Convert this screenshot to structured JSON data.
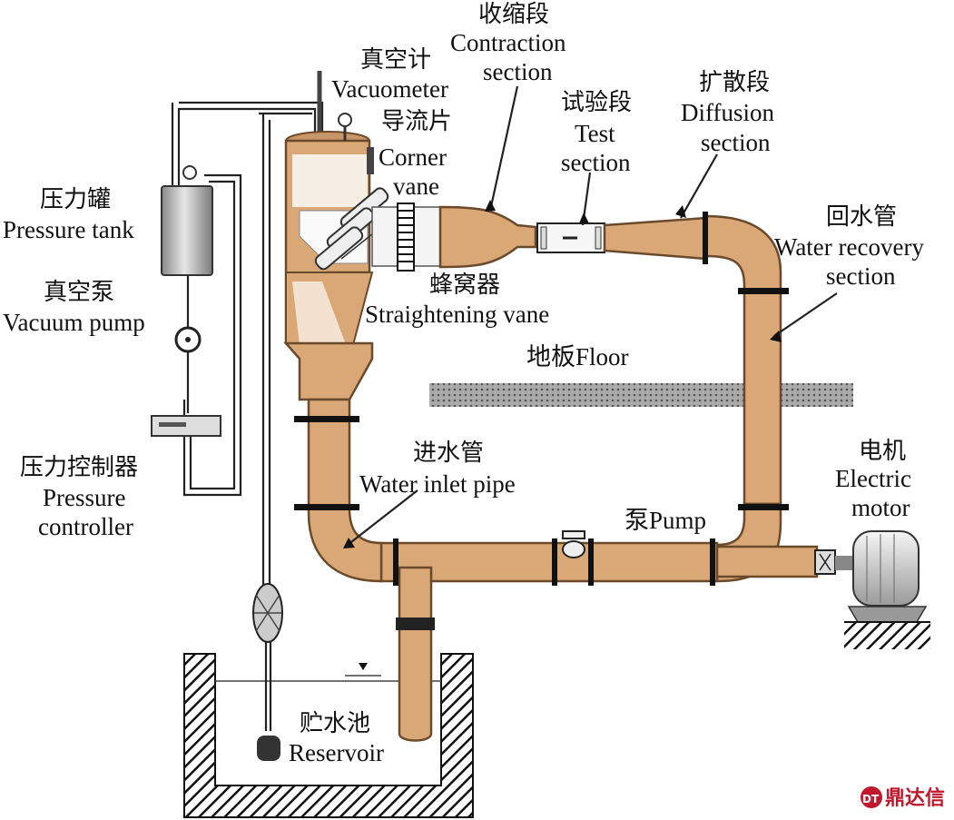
{
  "labels": {
    "contraction_zh": "收缩段",
    "contraction_en1": "Contraction",
    "contraction_en2": "section",
    "vacuometer_zh": "真空计",
    "vacuometer_en": "Vacuometer",
    "corner_vane_zh": "导流片",
    "corner_vane_en1": "Corner",
    "corner_vane_en2": "vane",
    "test_zh": "试验段",
    "test_en1": "Test",
    "test_en2": "section",
    "diffusion_zh": "扩散段",
    "diffusion_en1": "Diffusion",
    "diffusion_en2": "section",
    "water_recovery_zh": "回水管",
    "water_recovery_en1": "Water recovery",
    "water_recovery_en2": "section",
    "pressure_tank_zh": "压力罐",
    "pressure_tank_en": "Pressure tank",
    "vacuum_pump_zh": "真空泵",
    "vacuum_pump_en": "Vacuum pump",
    "straightening_zh": "蜂窝器",
    "straightening_en": "Straightening vane",
    "floor": "地板Floor",
    "pressure_controller_zh": "压力控制器",
    "pressure_controller_en1": "Pressure",
    "pressure_controller_en2": "controller",
    "inlet_zh": "进水管",
    "inlet_en": "Water inlet pipe",
    "motor_zh": "电机",
    "motor_en1": "Electric",
    "motor_en2": "motor",
    "pump": "泵Pump",
    "reservoir_zh": "贮水池",
    "reservoir_en": "Reservoir"
  },
  "watermark": {
    "text": "鼎达信",
    "badge": "DT"
  },
  "colors": {
    "pipe": "#d9a876",
    "pipe_edge": "#6b4a2c",
    "watermark": "#c0182d"
  }
}
